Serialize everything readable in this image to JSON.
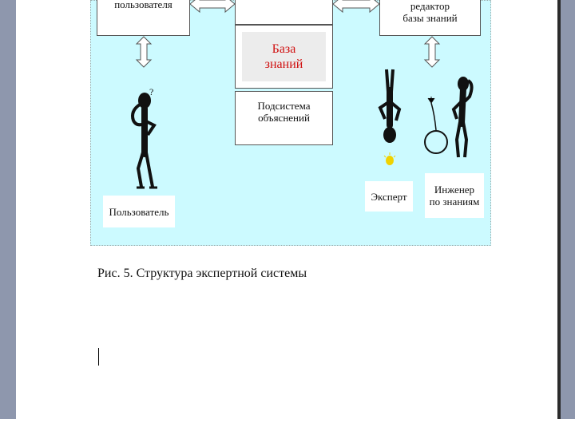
{
  "diagram": {
    "user_interface_box": "пользователя",
    "editor_box": "редактор\nбазы знаний",
    "knowledge_base": "База\nзнаний",
    "explanation_subsystem": "Подсистема\nобъяснений",
    "user_label": "Пользователь",
    "expert_label": "Эксперт",
    "engineer_label": "Инженер\nпо знаниям",
    "question_mark": "?"
  },
  "caption": "Рис. 5. Структура экспертной системы",
  "colors": {
    "background": "#ccfaff",
    "kb_text": "#d01010",
    "side_bars": "#8e97ad"
  },
  "icons": [
    "double-arrow-icon",
    "user-figure-icon",
    "expert-figure-icon",
    "engineer-figure-icon",
    "lightbulb-icon"
  ]
}
